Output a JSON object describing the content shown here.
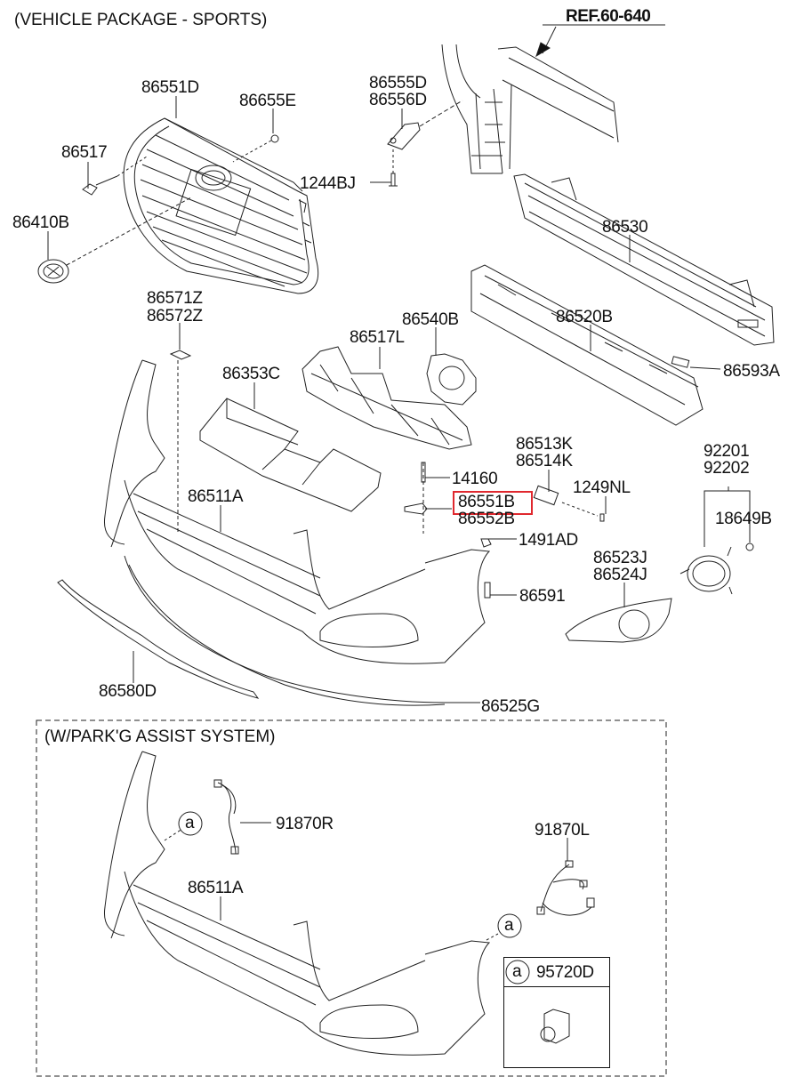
{
  "sections": {
    "main_title": "(VEHICLE PACKAGE - SPORTS)",
    "park_assist_title": "(W/PARK'G ASSIST SYSTEM)",
    "reference": "REF.60-640"
  },
  "highlight_color": "#e0282e",
  "parts": {
    "p86551D": "86551D",
    "p86655E": "86655E",
    "p86517": "86517",
    "p86410B": "86410B",
    "p86555D": "86555D",
    "p86556D": "86556D",
    "p1244BJ": "1244BJ",
    "p86530": "86530",
    "p86571Z": "86571Z",
    "p86572Z": "86572Z",
    "p86353C": "86353C",
    "p86517L": "86517L",
    "p86540B": "86540B",
    "p86520B": "86520B",
    "p86593A": "86593A",
    "p86513K": "86513K",
    "p86514K": "86514K",
    "p14160": "14160",
    "p86551B": "86551B",
    "p86552B": "86552B",
    "p1249NL": "1249NL",
    "p1491AD": "1491AD",
    "p92201": "92201",
    "p92202": "92202",
    "p18649B": "18649B",
    "p86511A": "86511A",
    "p86523J": "86523J",
    "p86524J": "86524J",
    "p86591": "86591",
    "p86580D": "86580D",
    "p86525G": "86525G",
    "p91870R": "91870R",
    "p91870L": "91870L",
    "p86511A_2": "86511A",
    "p95720D": "95720D"
  },
  "callouts": {
    "a1": "a",
    "a2": "a",
    "a3": "a"
  },
  "highlighted_part": "86551B"
}
